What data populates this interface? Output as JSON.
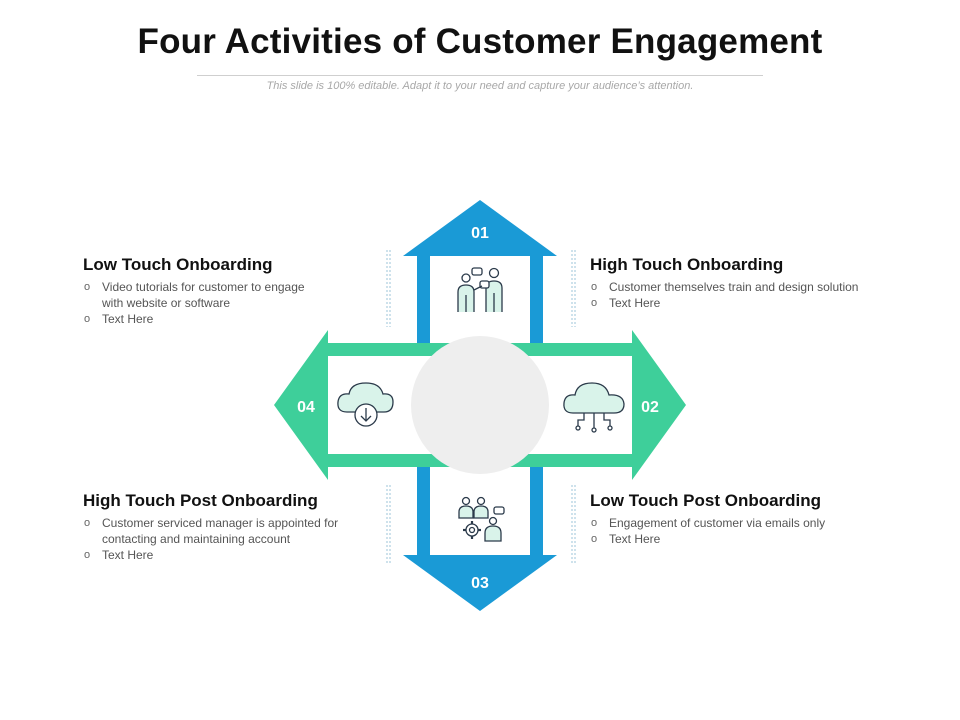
{
  "header": {
    "title": "Four Activities of Customer Engagement",
    "subtitle": "This slide is 100% editable. Adapt it to your need and capture your audience’s attention."
  },
  "colors": {
    "blue": "#1a9ad6",
    "green": "#3ecf9a",
    "center": "#eeeeee",
    "icon_fill": "#d9f3ea"
  },
  "steps": {
    "s01": {
      "number": "01",
      "icon": "people-presentation-icon"
    },
    "s02": {
      "number": "02",
      "icon": "cloud-network-icon"
    },
    "s03": {
      "number": "03",
      "icon": "team-gear-icon"
    },
    "s04": {
      "number": "04",
      "icon": "cloud-download-icon"
    }
  },
  "blocks": {
    "top_left": {
      "title": "Low Touch Onboarding",
      "items": [
        "Video tutorials for customer to engage with website or software",
        "Text Here"
      ]
    },
    "top_right": {
      "title": "High Touch Onboarding",
      "items": [
        "Customer themselves train and design solution",
        "Text Here"
      ]
    },
    "bottom_left": {
      "title": "High Touch Post Onboarding",
      "items": [
        "Customer serviced manager is appointed for contacting and maintaining account",
        "Text Here"
      ]
    },
    "bottom_right": {
      "title": "Low Touch Post Onboarding",
      "items": [
        "Engagement of customer via emails only",
        "Text Here"
      ]
    }
  }
}
